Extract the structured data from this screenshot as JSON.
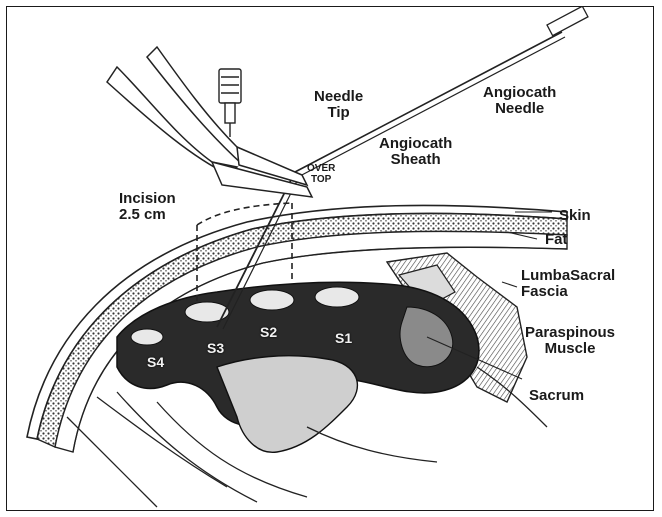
{
  "labels": {
    "needle_tip": "Needle\nTip",
    "over_top": "OVER\nTOP",
    "angiocath_needle": "Angiocath\nNeedle",
    "angiocath_sheath": "Angiocath\nSheath",
    "incision": "Incision\n2.5 cm",
    "skin": "Skin",
    "fat": "Fat",
    "fascia": "LumbaSacral\nFascia",
    "paraspinous": "Paraspinous\nMuscle",
    "sacrum": "Sacrum"
  },
  "vertebrae": {
    "s1": "S1",
    "s2": "S2",
    "s3": "S3",
    "s4": "S4"
  }
}
